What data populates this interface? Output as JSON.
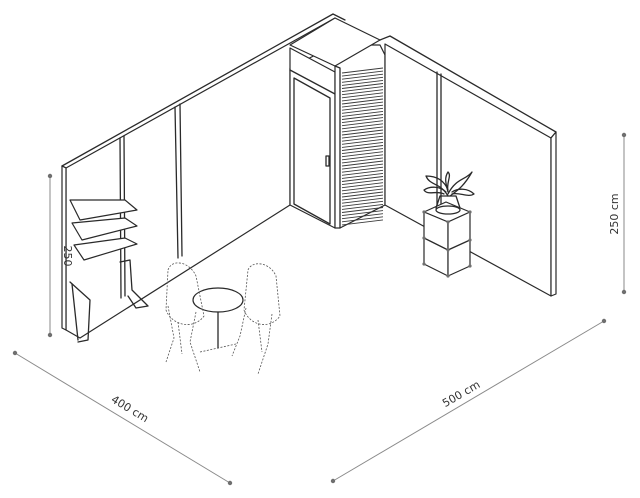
{
  "dimensions": {
    "width_label": "400 cm",
    "depth_label": "500 cm",
    "height_right_label": "250 cm",
    "height_left_label": "250"
  },
  "colors": {
    "line": "#2a2a2a",
    "dimension_line": "#8a8a8a",
    "background": "#ffffff"
  }
}
